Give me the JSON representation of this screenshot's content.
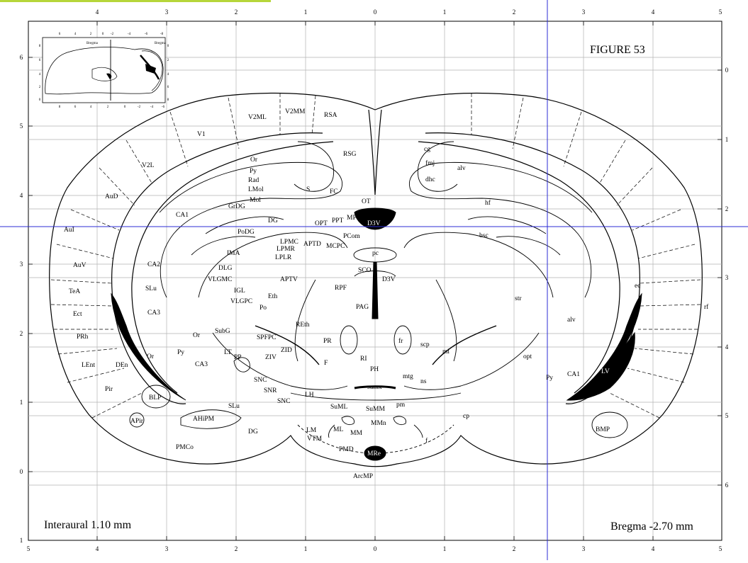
{
  "figure": {
    "title": "FIGURE 53",
    "interaural": "Interaural 1.10 mm",
    "bregma": "Bregma -2.70 mm"
  },
  "axes": {
    "top": [
      "4",
      "3",
      "2",
      "1",
      "0",
      "1",
      "2",
      "3",
      "4",
      "5"
    ],
    "bottom": [
      "5",
      "4",
      "3",
      "2",
      "1",
      "0",
      "1",
      "2",
      "3",
      "4",
      "5"
    ],
    "left": [
      "6",
      "5",
      "4",
      "3",
      "2",
      "1",
      "0",
      "1"
    ],
    "right": [
      "0",
      "1",
      "2",
      "3",
      "4",
      "5",
      "6"
    ]
  },
  "inset": {
    "label_top_left": "Bregma",
    "label_top_right": "Bregma",
    "top_ticks": [
      "6",
      "4",
      "2",
      "0",
      "-2",
      "-4",
      "-6",
      "-8"
    ],
    "bottom_ticks": [
      "8",
      "6",
      "4",
      "2",
      "0",
      "-2",
      "-4",
      "-6"
    ],
    "left_ticks": [
      "8",
      "6",
      "4",
      "2",
      "0"
    ],
    "right_ticks": [
      "0",
      "2",
      "4",
      "6",
      "8"
    ]
  },
  "colors": {
    "line": "#000000",
    "grid": "#aaaaaa",
    "crosshair": "#2b2bd6",
    "accent_bar": "#b6d63a",
    "fill_dark": "#000000"
  },
  "regions": [
    "V1",
    "V2ML",
    "V2MM",
    "RSA",
    "RSG",
    "V2L",
    "AuD",
    "AuI",
    "AuV",
    "TeA",
    "Ect",
    "PRh",
    "LEnt",
    "Pir",
    "DEn",
    "BLP",
    "APir",
    "AHiPM",
    "PMCo",
    "CA1",
    "CA2",
    "CA3",
    "SLu",
    "Or",
    "Py",
    "CA3",
    "Or",
    "Or",
    "Py",
    "Rad",
    "LMol",
    "Mol",
    "GrDG",
    "PoDG",
    "DG",
    "S",
    "FC",
    "OT",
    "OPT",
    "PPT",
    "MPT",
    "D3V",
    "PCom",
    "MCPC",
    "APTD",
    "pc",
    "SCO",
    "D3V",
    "RPF",
    "PAG",
    "LPMC",
    "LPMR",
    "LPLR",
    "IMA",
    "DLG",
    "VLGMC",
    "IGL",
    "VLGPC",
    "Eth",
    "APTV",
    "Po",
    "REth",
    "SubG",
    "SPFPC",
    "ZID",
    "LT",
    "PP",
    "ZIV",
    "PR",
    "F",
    "RI",
    "PH",
    "fr",
    "scp",
    "ml",
    "mtg",
    "ns",
    "SNC",
    "SNR",
    "SNC",
    "LH",
    "SLu",
    "DG",
    "LM",
    "VTM",
    "ML",
    "MM",
    "PMD",
    "MRe",
    "SuML",
    "SuMM",
    "pm",
    "MMn",
    "f",
    "ArcMP",
    "sumx",
    "cp",
    "cg",
    "fmj",
    "alv",
    "dhc",
    "hf",
    "bsc",
    "ec",
    "rf",
    "str",
    "alv",
    "opt",
    "Py",
    "CA1",
    "LV",
    "BMP"
  ]
}
